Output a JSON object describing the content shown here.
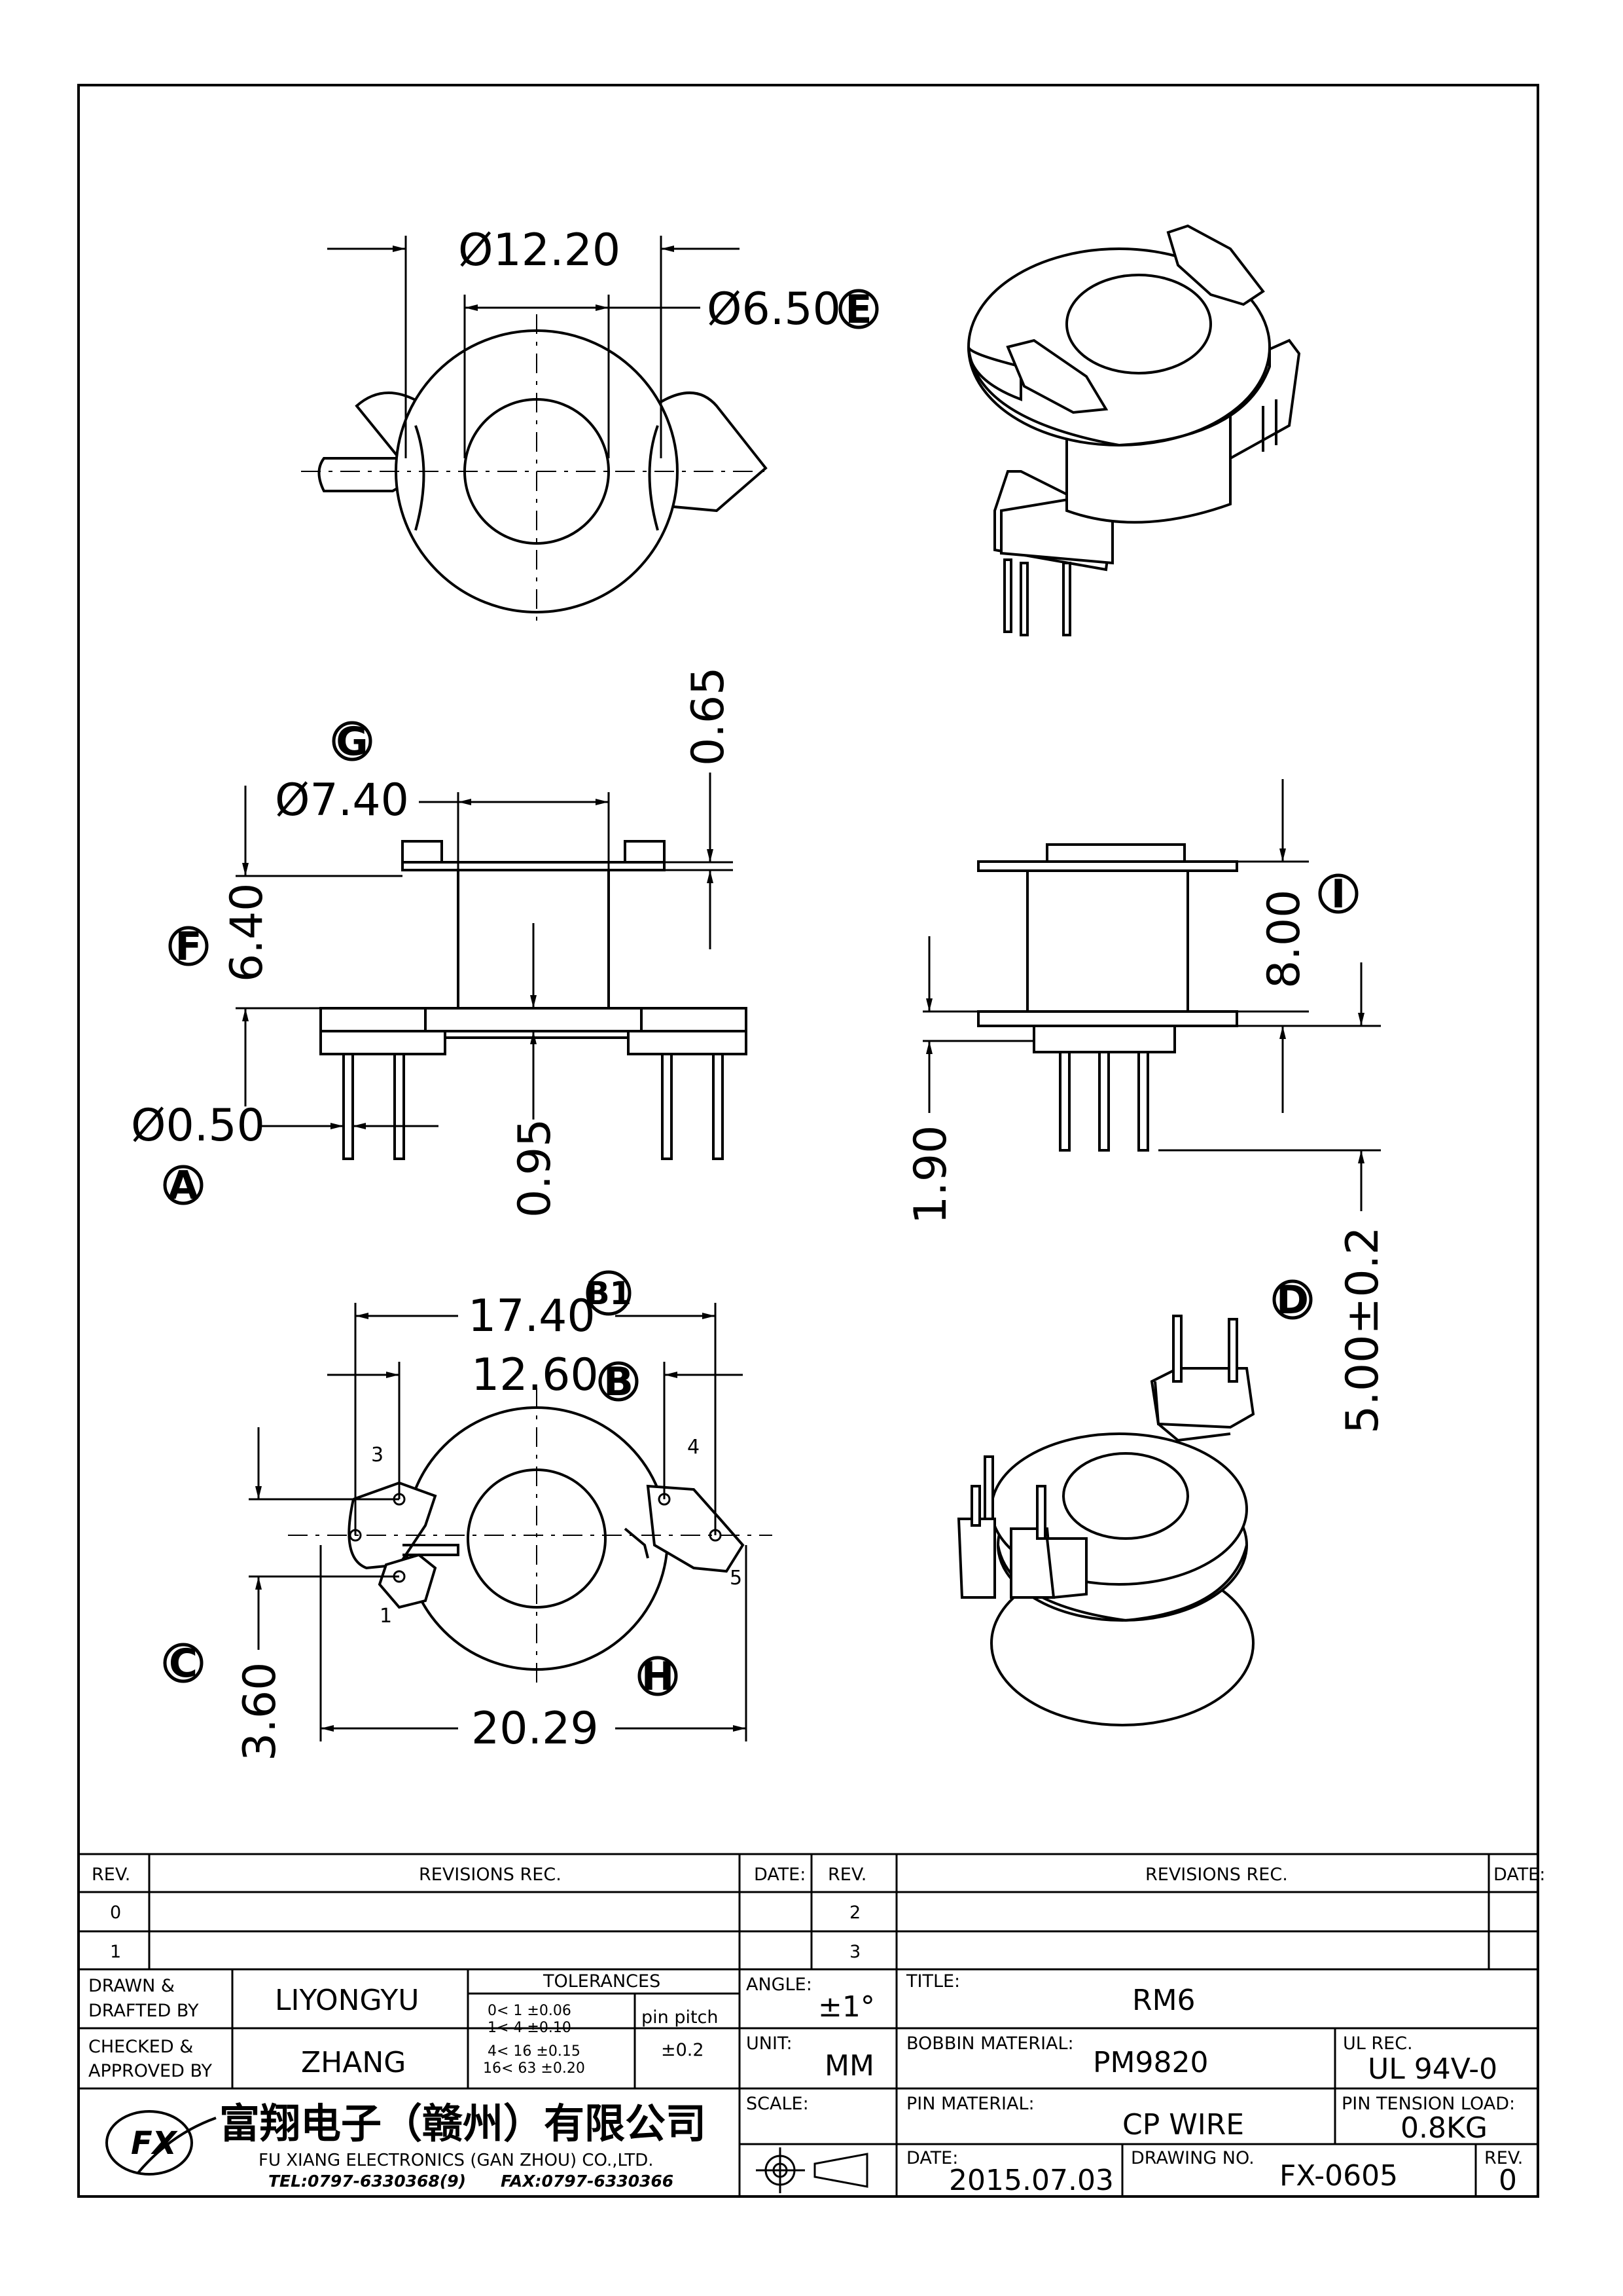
{
  "dimensions": {
    "top_outer_dia": "Ø12.20",
    "top_inner_dia": "Ø6.50",
    "flange_dia": "Ø7.40",
    "flange_thk": "0.65",
    "height_f": "6.40",
    "pin_dia": "Ø0.50",
    "base_step": "0.95",
    "height_right": "8.00",
    "pin_standoff": "1.90",
    "pin_length": "5.00±0.2",
    "width_b1": "17.40",
    "width_b": "12.60",
    "pin_offset_c": "3.60",
    "width_h": "20.29"
  },
  "labels": {
    "A": "A",
    "B": "B",
    "B1": "B1",
    "C": "C",
    "D": "D",
    "E": "E",
    "F": "F",
    "G": "G",
    "H": "H",
    "I": "I"
  },
  "pins": {
    "p1": "1",
    "p3": "3",
    "p4": "4",
    "p5": "5"
  },
  "title_block": {
    "rev_header": "REV.",
    "revisions_header": "REVISIONS  REC.",
    "date_header": "DATE:",
    "rev_rows_left": [
      "0",
      "1"
    ],
    "rev_rows_right": [
      "2",
      "3"
    ],
    "drawn_label_1": "DRAWN &",
    "drawn_label_2": "DRAFTED BY",
    "drawn_by": "LIYONGYU",
    "checked_label_1": "CHECKED &",
    "checked_label_2": "APPROVED BY",
    "checked_by": "ZHANG",
    "tolerances_header": "TOLERANCES",
    "tolerance_rows": [
      "0<  1   ±0.06",
      "1<  4   ±0.10",
      "4<  16  ±0.15",
      "16<  63  ±0.20"
    ],
    "pin_pitch_label": "pin pitch",
    "pin_pitch_value": "±0.2",
    "angle_label": "ANGLE:",
    "angle_value": "±1°",
    "unit_label": "UNIT:",
    "unit_value": "MM",
    "scale_label": "SCALE:",
    "title_label": "TITLE:",
    "title_value": "RM6",
    "bobbin_label": "BOBBIN MATERIAL:",
    "bobbin_value": "PM9820",
    "ul_label": "UL REC.",
    "ul_value": "UL 94V-0",
    "pin_mat_label": "PIN MATERIAL:",
    "pin_mat_value": "CP WIRE",
    "tension_label": "PIN TENSION LOAD:",
    "tension_value": "0.8KG",
    "date_label": "DATE:",
    "date_value": "2015.07.03",
    "dwg_label": "DRAWING NO.",
    "dwg_value": "FX-0605",
    "rev_label": "REV.",
    "rev_value": "0",
    "company_cn": "富翔电子（赣州）有限公司",
    "company_en": "FU XIANG ELECTRONICS (GAN ZHOU) CO.,LTD.",
    "tel": "TEL:0797-6330368(9)",
    "fax": "FAX:0797-6330366",
    "logo_text": "FX"
  }
}
